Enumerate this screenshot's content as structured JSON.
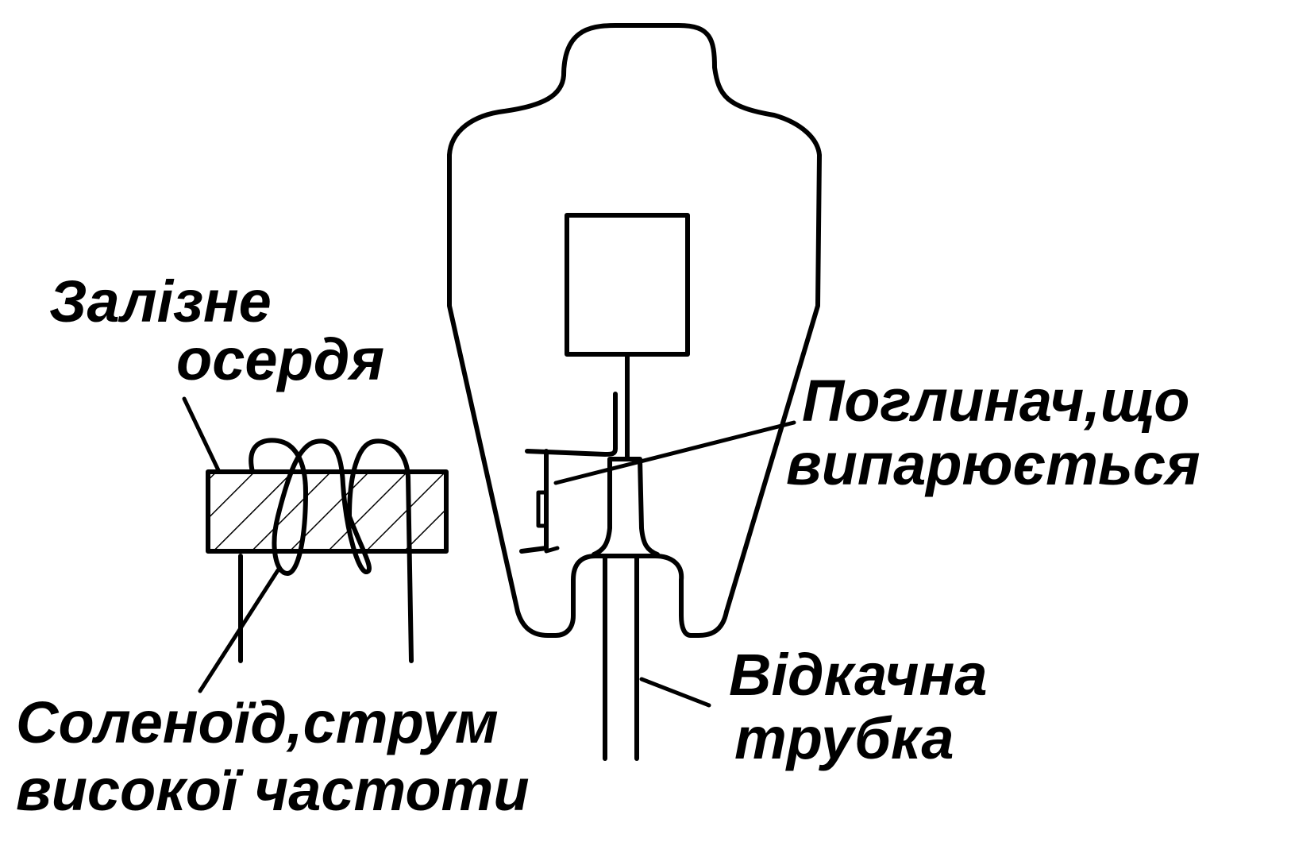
{
  "labels": {
    "iron_core_line1": "Залізне",
    "iron_core_line2": "осердя",
    "getter_line1": "Поглинач,що",
    "getter_line2": "випарюється",
    "solenoid_line1": "Соленоїд,струм",
    "solenoid_line2": "високої частоти",
    "exhaust_tube_line1": "Відкачна",
    "exhaust_tube_line2": "трубка"
  },
  "colors": {
    "ink": "#000000",
    "background": "#ffffff"
  }
}
